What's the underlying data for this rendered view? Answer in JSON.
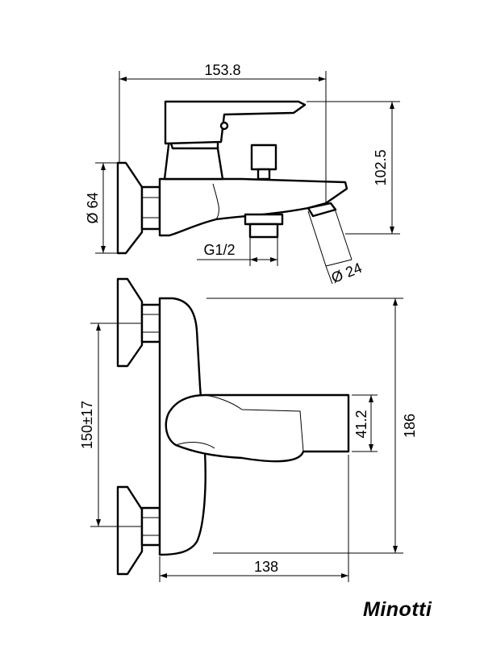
{
  "dimensions": {
    "overall_width": "153.8",
    "height": "102.5",
    "flange_diameter": "Ø 64",
    "inlet_thread": "G1/2",
    "outlet_diameter": "Ø 24",
    "centers": "150±17",
    "lever_width": "41.2",
    "total_height": "186",
    "projection": "138"
  },
  "brand": "Minotti",
  "colors": {
    "line": "#000000",
    "background": "#ffffff"
  }
}
